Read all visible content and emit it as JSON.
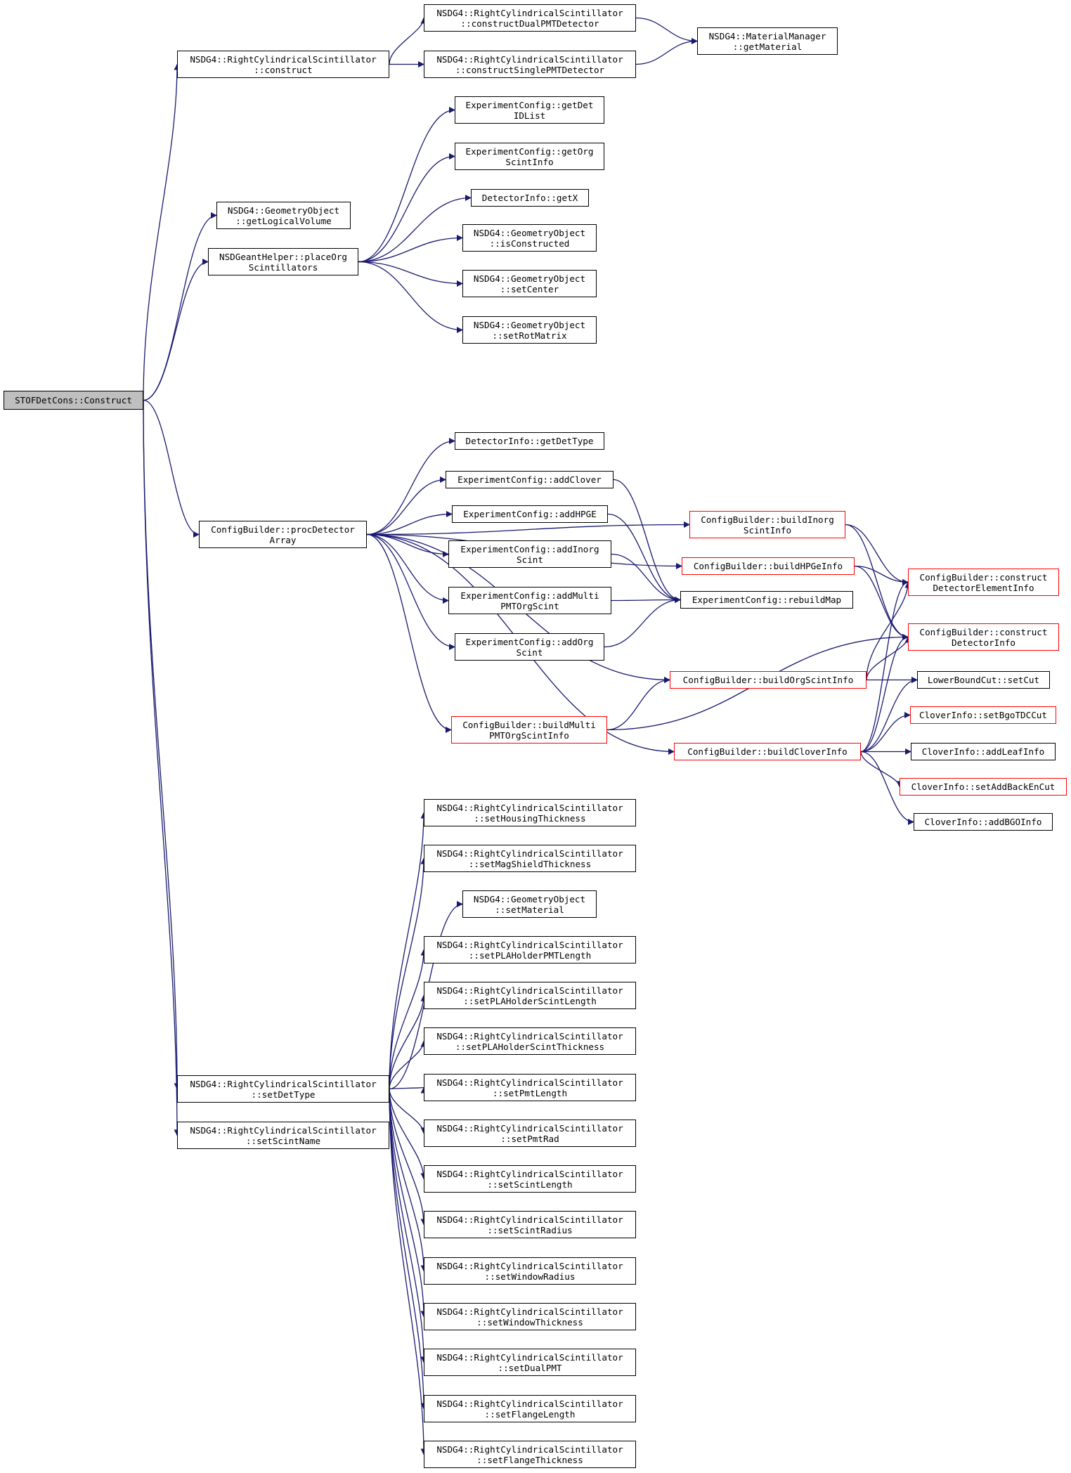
{
  "colors": {
    "edge": "#191970",
    "border": "#000000",
    "incomplete_border": "#ff0000",
    "root_fill": "#bfbfbf"
  },
  "nodes": {
    "stof_construct": [
      "STOFDetCons::Construct"
    ],
    "rcs_construct": [
      "NSDG4::RightCylindricalScintillator",
      "::construct"
    ],
    "rcs_construct_dual": [
      "NSDG4::RightCylindricalScintillator",
      "::constructDualPMTDetector"
    ],
    "rcs_construct_single": [
      "NSDG4::RightCylindricalScintillator",
      "::constructSinglePMTDetector"
    ],
    "material_manager": [
      "NSDG4::MaterialManager",
      "::getMaterial"
    ],
    "geo_get_logical": [
      "NSDG4::GeometryObject",
      "::getLogicalVolume"
    ],
    "place_org": [
      "NSDGeantHelper::placeOrg",
      "Scintillators"
    ],
    "get_det_id_list": [
      "ExperimentConfig::getDet",
      "IDList"
    ],
    "get_org_scint_info": [
      "ExperimentConfig::getOrg",
      "ScintInfo"
    ],
    "det_get_x": [
      "DetectorInfo::getX"
    ],
    "geo_is_constructed": [
      "NSDG4::GeometryObject",
      "::isConstructed"
    ],
    "geo_set_center": [
      "NSDG4::GeometryObject",
      "::setCenter"
    ],
    "geo_set_rot": [
      "NSDG4::GeometryObject",
      "::setRotMatrix"
    ],
    "proc_detector": [
      "ConfigBuilder::procDetector",
      "Array"
    ],
    "det_get_det_type": [
      "DetectorInfo::getDetType"
    ],
    "add_clover": [
      "ExperimentConfig::addClover"
    ],
    "add_hpge": [
      "ExperimentConfig::addHPGE"
    ],
    "add_inorg": [
      "ExperimentConfig::addInorg",
      "Scint"
    ],
    "add_multi": [
      "ExperimentConfig::addMulti",
      "PMTOrgScint"
    ],
    "add_org": [
      "ExperimentConfig::addOrg",
      "Scint"
    ],
    "rebuild_map": [
      "ExperimentConfig::rebuildMap"
    ],
    "build_inorg": [
      "ConfigBuilder::buildInorg",
      "ScintInfo"
    ],
    "build_hpge": [
      "ConfigBuilder::buildHPGeInfo"
    ],
    "construct_elem": [
      "ConfigBuilder::construct",
      "DetectorElementInfo"
    ],
    "construct_det": [
      "ConfigBuilder::construct",
      "DetectorInfo"
    ],
    "build_org": [
      "ConfigBuilder::buildOrgScintInfo"
    ],
    "build_multi": [
      "ConfigBuilder::buildMulti",
      "PMTOrgScintInfo"
    ],
    "build_clover": [
      "ConfigBuilder::buildCloverInfo"
    ],
    "lbc_set_cut": [
      "LowerBoundCut::setCut"
    ],
    "clover_bgo_tdc": [
      "CloverInfo::setBgoTDCCut"
    ],
    "clover_add_leaf": [
      "CloverInfo::addLeafInfo"
    ],
    "clover_add_back": [
      "CloverInfo::setAddBackEnCut"
    ],
    "clover_add_bgo": [
      "CloverInfo::addBGOInfo"
    ],
    "rcs_set_det_type": [
      "NSDG4::RightCylindricalScintillator",
      "::setDetType"
    ],
    "rcs_set_scint_name": [
      "NSDG4::RightCylindricalScintillator",
      "::setScintName"
    ],
    "rcs_housing": [
      "NSDG4::RightCylindricalScintillator",
      "::setHousingThickness"
    ],
    "rcs_mag_shield": [
      "NSDG4::RightCylindricalScintillator",
      "::setMagShieldThickness"
    ],
    "geo_set_material": [
      "NSDG4::GeometryObject",
      "::setMaterial"
    ],
    "rcs_pla_pmt_len": [
      "NSDG4::RightCylindricalScintillator",
      "::setPLAHolderPMTLength"
    ],
    "rcs_pla_scint_len": [
      "NSDG4::RightCylindricalScintillator",
      "::setPLAHolderScintLength"
    ],
    "rcs_pla_scint_thick": [
      "NSDG4::RightCylindricalScintillator",
      "::setPLAHolderScintThickness"
    ],
    "rcs_pmt_length": [
      "NSDG4::RightCylindricalScintillator",
      "::setPmtLength"
    ],
    "rcs_pmt_rad": [
      "NSDG4::RightCylindricalScintillator",
      "::setPmtRad"
    ],
    "rcs_scint_length": [
      "NSDG4::RightCylindricalScintillator",
      "::setScintLength"
    ],
    "rcs_scint_radius": [
      "NSDG4::RightCylindricalScintillator",
      "::setScintRadius"
    ],
    "rcs_window_radius": [
      "NSDG4::RightCylindricalScintillator",
      "::setWindowRadius"
    ],
    "rcs_window_thick": [
      "NSDG4::RightCylindricalScintillator",
      "::setWindowThickness"
    ],
    "rcs_dual_pmt": [
      "NSDG4::RightCylindricalScintillator",
      "::setDualPMT"
    ],
    "rcs_flange_length": [
      "NSDG4::RightCylindricalScintillator",
      "::setFlangeLength"
    ],
    "rcs_flange_thick": [
      "NSDG4::RightCylindricalScintillator",
      "::setFlangeThickness"
    ]
  },
  "edges": [
    [
      "stof_construct",
      "rcs_construct"
    ],
    [
      "stof_construct",
      "geo_get_logical"
    ],
    [
      "stof_construct",
      "place_org"
    ],
    [
      "stof_construct",
      "proc_detector"
    ],
    [
      "stof_construct",
      "rcs_set_det_type"
    ],
    [
      "stof_construct",
      "rcs_set_scint_name"
    ],
    [
      "rcs_construct",
      "rcs_construct_dual"
    ],
    [
      "rcs_construct",
      "rcs_construct_single"
    ],
    [
      "rcs_construct_dual",
      "material_manager"
    ],
    [
      "rcs_construct_single",
      "material_manager"
    ],
    [
      "place_org",
      "get_det_id_list"
    ],
    [
      "place_org",
      "get_org_scint_info"
    ],
    [
      "place_org",
      "det_get_x"
    ],
    [
      "place_org",
      "geo_is_constructed"
    ],
    [
      "place_org",
      "geo_set_center"
    ],
    [
      "place_org",
      "geo_set_rot"
    ],
    [
      "proc_detector",
      "build_inorg"
    ],
    [
      "proc_detector",
      "build_hpge"
    ],
    [
      "proc_detector",
      "det_get_det_type"
    ],
    [
      "proc_detector",
      "add_clover"
    ],
    [
      "proc_detector",
      "add_hpge"
    ],
    [
      "proc_detector",
      "add_inorg"
    ],
    [
      "proc_detector",
      "add_multi"
    ],
    [
      "proc_detector",
      "add_org"
    ],
    [
      "proc_detector",
      "build_org"
    ],
    [
      "proc_detector",
      "build_multi"
    ],
    [
      "proc_detector",
      "build_clover"
    ],
    [
      "add_clover",
      "rebuild_map"
    ],
    [
      "add_hpge",
      "rebuild_map"
    ],
    [
      "add_inorg",
      "rebuild_map"
    ],
    [
      "add_multi",
      "rebuild_map"
    ],
    [
      "add_org",
      "rebuild_map"
    ],
    [
      "build_inorg",
      "construct_elem"
    ],
    [
      "build_inorg",
      "construct_det"
    ],
    [
      "build_hpge",
      "construct_elem"
    ],
    [
      "build_hpge",
      "construct_det"
    ],
    [
      "build_org",
      "construct_elem"
    ],
    [
      "build_org",
      "construct_det"
    ],
    [
      "build_org",
      "lbc_set_cut"
    ],
    [
      "build_multi",
      "build_org"
    ],
    [
      "build_multi",
      "construct_det"
    ],
    [
      "build_clover",
      "construct_elem"
    ],
    [
      "build_clover",
      "construct_det"
    ],
    [
      "build_clover",
      "lbc_set_cut"
    ],
    [
      "build_clover",
      "clover_bgo_tdc"
    ],
    [
      "build_clover",
      "clover_add_leaf"
    ],
    [
      "build_clover",
      "clover_add_back"
    ],
    [
      "build_clover",
      "clover_add_bgo"
    ],
    [
      "rcs_set_det_type",
      "rcs_housing"
    ],
    [
      "rcs_set_det_type",
      "rcs_mag_shield"
    ],
    [
      "rcs_set_det_type",
      "geo_set_material"
    ],
    [
      "rcs_set_det_type",
      "rcs_pla_pmt_len"
    ],
    [
      "rcs_set_det_type",
      "rcs_pla_scint_len"
    ],
    [
      "rcs_set_det_type",
      "rcs_pla_scint_thick"
    ],
    [
      "rcs_set_det_type",
      "rcs_pmt_length"
    ],
    [
      "rcs_set_det_type",
      "rcs_pmt_rad"
    ],
    [
      "rcs_set_det_type",
      "rcs_scint_length"
    ],
    [
      "rcs_set_det_type",
      "rcs_scint_radius"
    ],
    [
      "rcs_set_det_type",
      "rcs_window_radius"
    ],
    [
      "rcs_set_det_type",
      "rcs_window_thick"
    ],
    [
      "rcs_set_det_type",
      "rcs_dual_pmt"
    ],
    [
      "rcs_set_det_type",
      "rcs_flange_length"
    ],
    [
      "rcs_set_det_type",
      "rcs_flange_thick"
    ]
  ]
}
